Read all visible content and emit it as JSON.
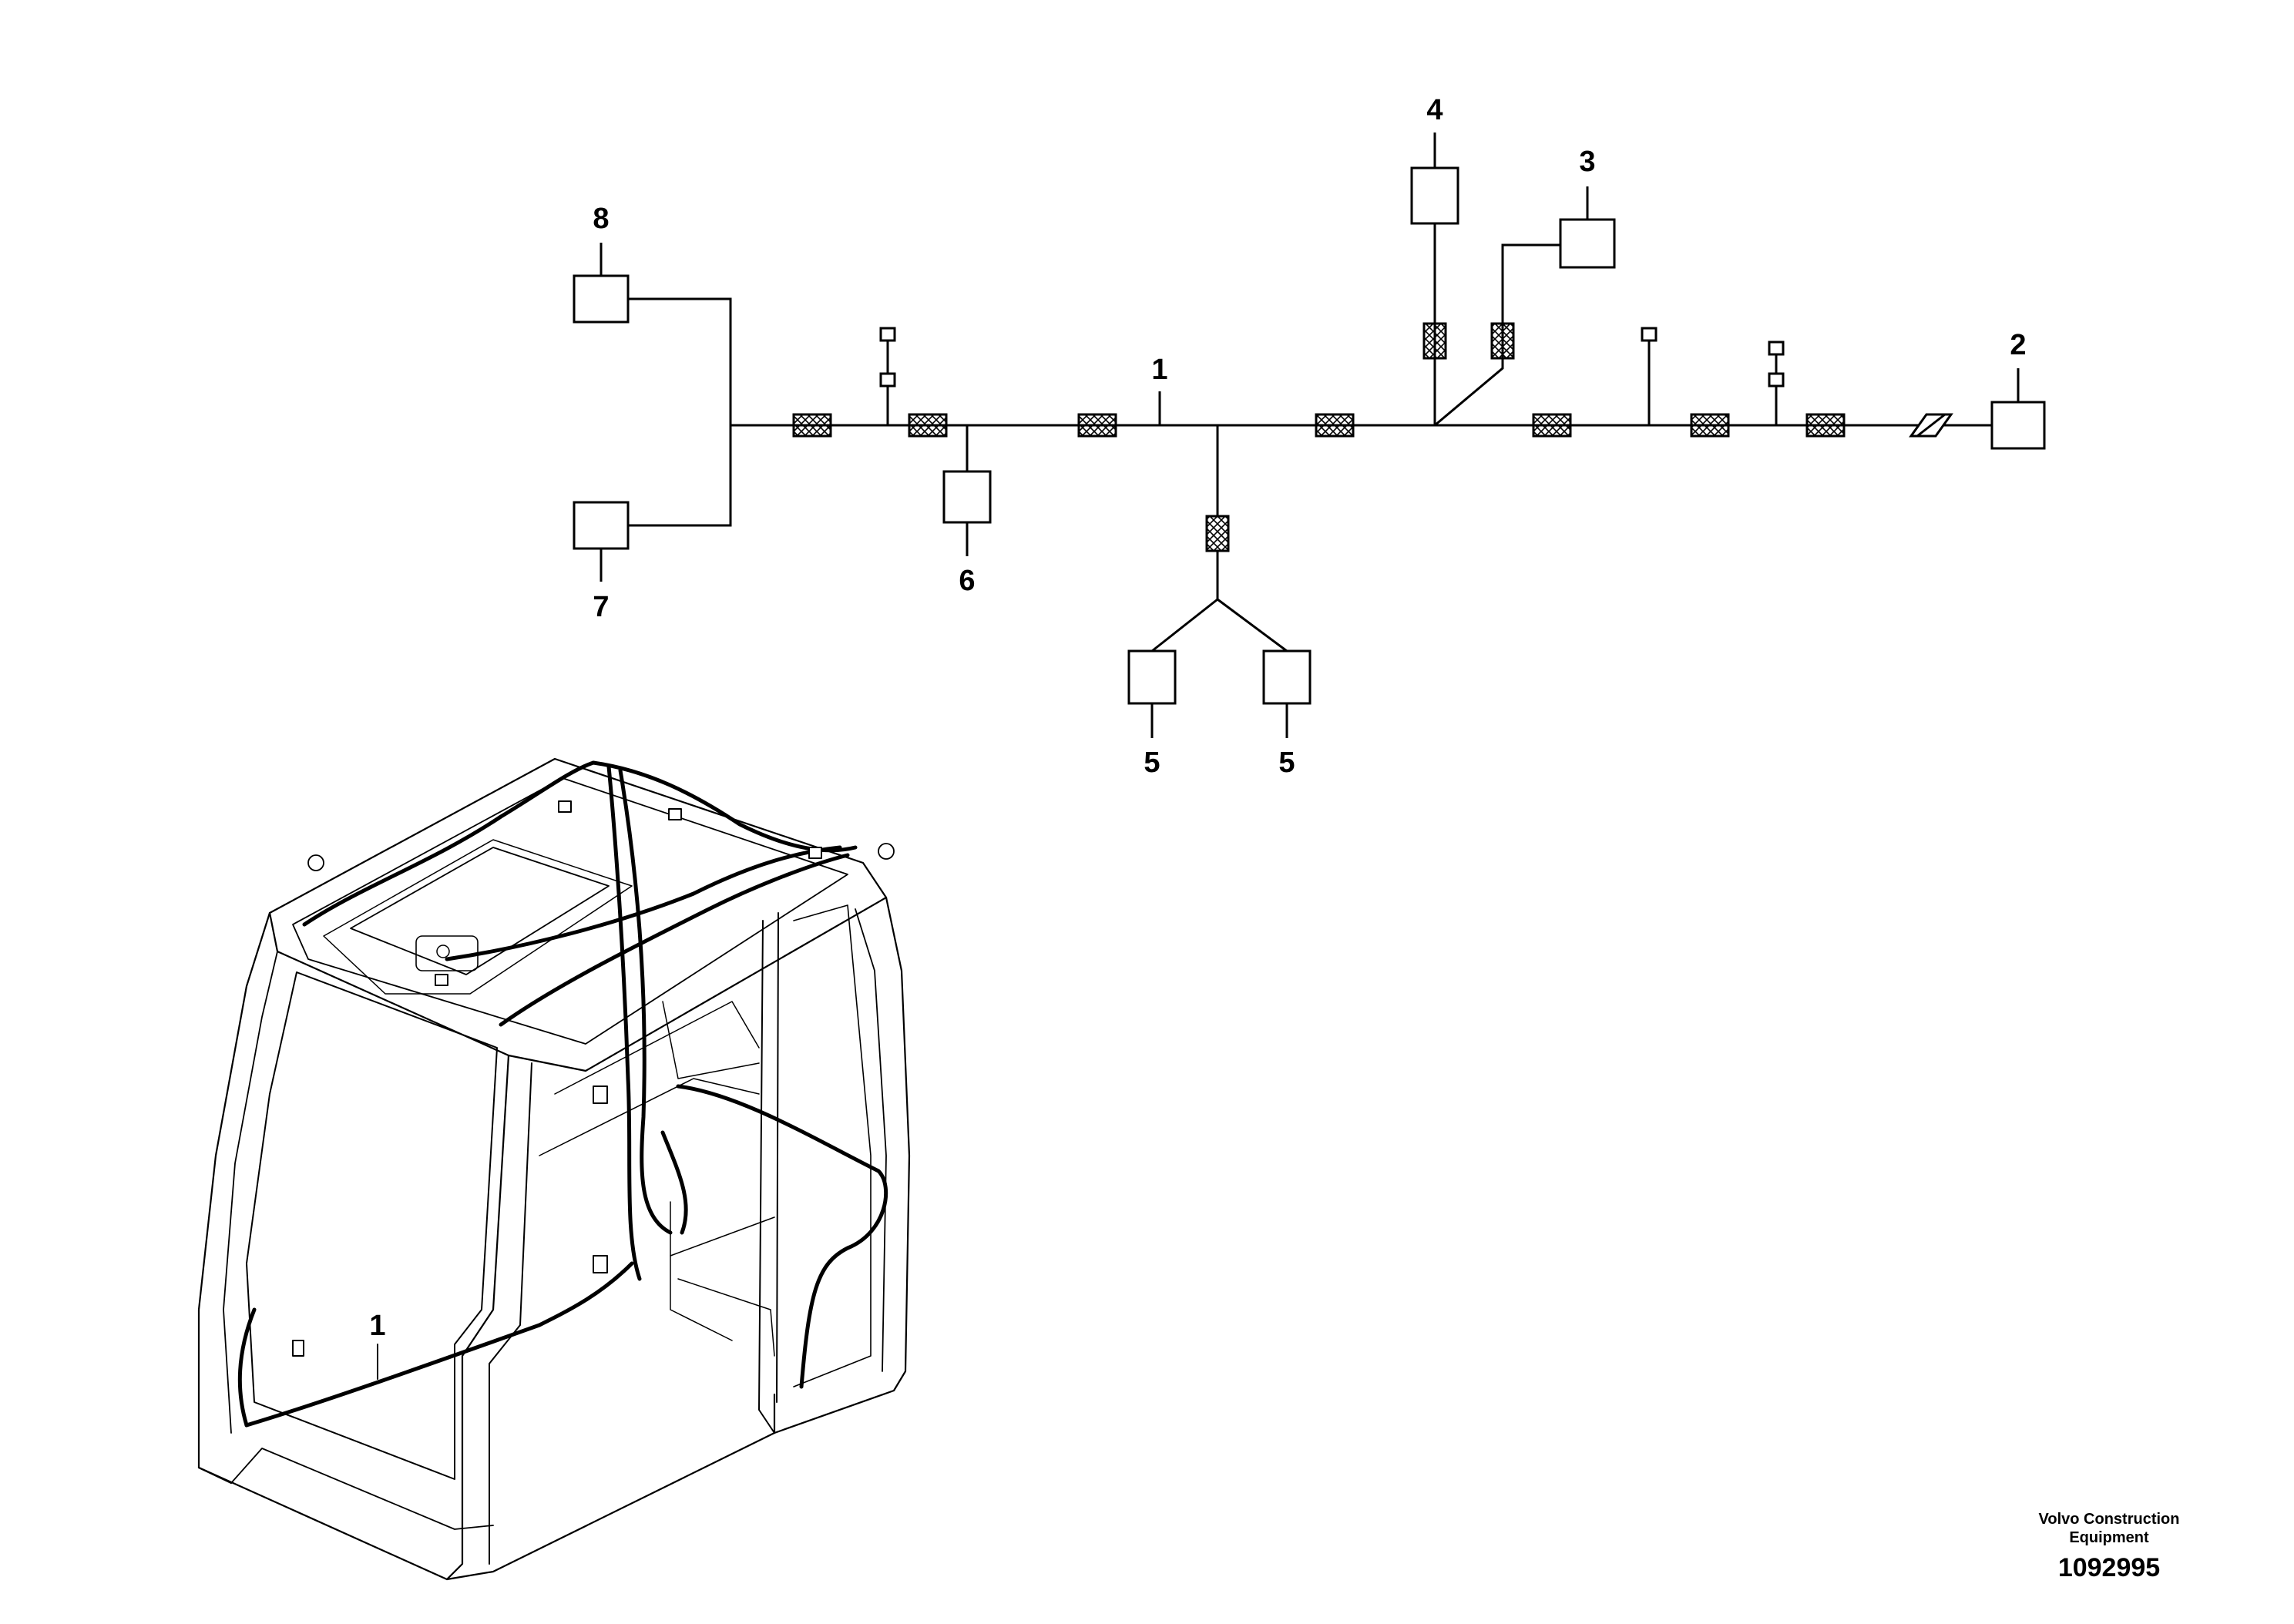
{
  "schematic": {
    "callouts": [
      {
        "id": "c1",
        "text": "1"
      },
      {
        "id": "c2",
        "text": "2"
      },
      {
        "id": "c3",
        "text": "3"
      },
      {
        "id": "c4",
        "text": "4"
      },
      {
        "id": "c5a",
        "text": "5"
      },
      {
        "id": "c5b",
        "text": "5"
      },
      {
        "id": "c6",
        "text": "6"
      },
      {
        "id": "c7",
        "text": "7"
      },
      {
        "id": "c8",
        "text": "8"
      }
    ]
  },
  "illustration": {
    "callout": "1"
  },
  "footer": {
    "company_line1": "Volvo Construction",
    "company_line2": "Equipment",
    "part_number": "1092995"
  }
}
